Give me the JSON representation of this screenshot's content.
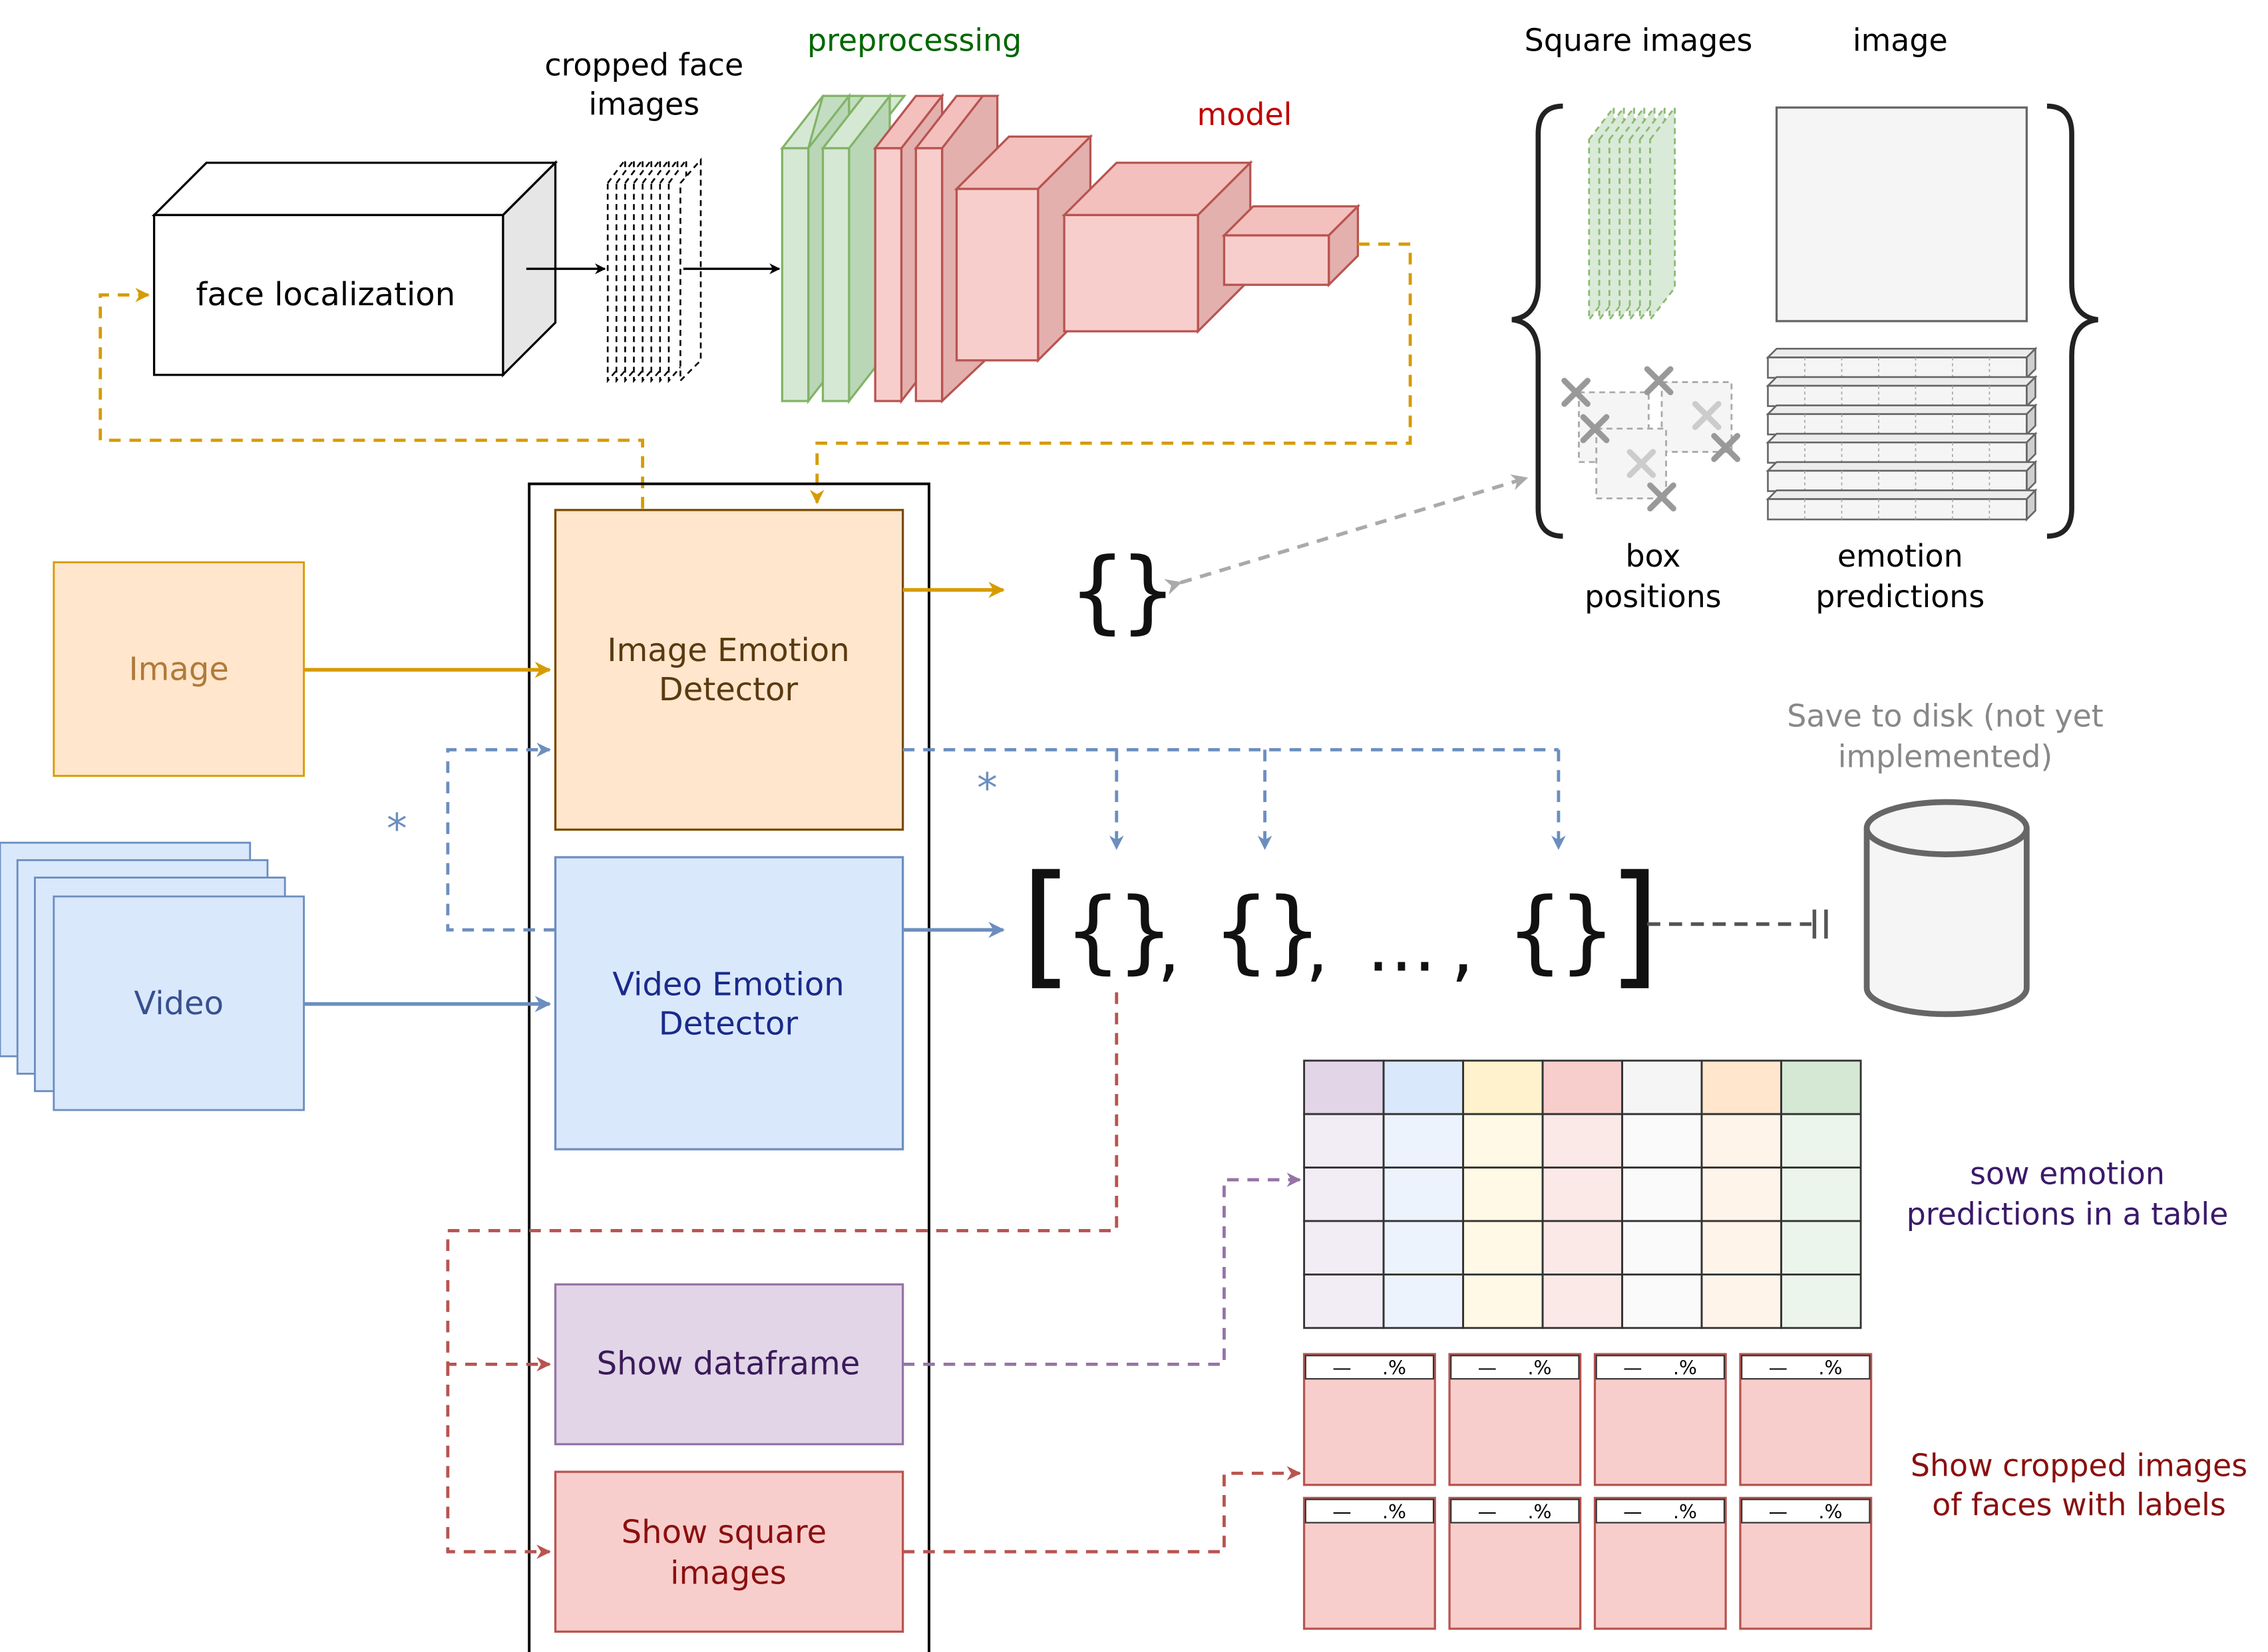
{
  "labels": {
    "cropped_face": [
      "cropped face",
      "images"
    ],
    "preprocessing": "preprocessing",
    "model": "model",
    "square_images": "Square images",
    "image_title": "image",
    "box_positions": [
      "box",
      "positions"
    ],
    "emotion_predictions": [
      "emotion",
      "predictions"
    ],
    "save_to_disk": [
      "Save to disk (not yet",
      "implemented)"
    ],
    "sow_table": [
      "sow emotion",
      "predictions in a table"
    ],
    "show_cropped": [
      "Show cropped images",
      "of faces with labels"
    ],
    "star": "*"
  },
  "boxes": {
    "face_localization": "face localization",
    "image_input": "Image",
    "video_input": "Video",
    "image_detector": [
      "Image Emotion",
      "Detector"
    ],
    "video_detector": [
      "Video Emotion",
      "Detector"
    ],
    "show_dataframe": "Show dataframe",
    "show_square": [
      "Show square",
      "images"
    ]
  },
  "symbols": {
    "dict_open": "{",
    "dict_close": "}",
    "list_open": "[",
    "list_close": "]",
    "comma": ",",
    "ellipsis": "…"
  },
  "tile_label": {
    "dash": "—",
    "pct": ".%"
  },
  "table_header_colors": [
    "#e1d5e7",
    "#dae8fc",
    "#fff2cc",
    "#f8cecc",
    "#f5f5f5",
    "#ffe6cc",
    "#d5e8d4"
  ],
  "table_body_colors": [
    "#f2ecf5",
    "#ecf3fd",
    "#fff9e6",
    "#fbe9e8",
    "#fafafa",
    "#fff4ea",
    "#ecf5ec"
  ],
  "colors": {
    "orange": "#d79b00",
    "blue": "#6c8ebf",
    "red": "#b85450",
    "purple": "#9673a6",
    "gray": "#999999",
    "green_fill": "#d5e8d4",
    "green_stroke": "#82b366",
    "red_fill": "#f8cecc",
    "orange_fill": "#ffe6cc",
    "blue_fill": "#dae8fc",
    "purple_fill": "#e1d5e7"
  }
}
